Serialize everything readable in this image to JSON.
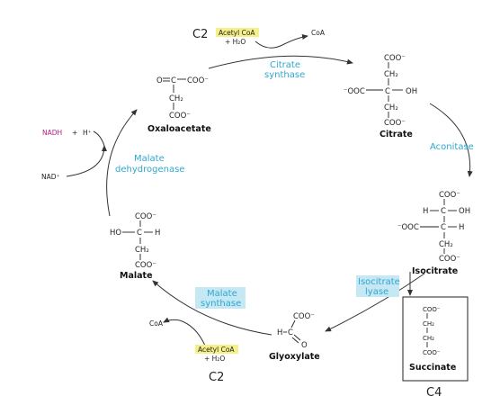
{
  "labels": {
    "c2_top": "C2",
    "c2_bottom": "C2",
    "c4": "C4"
  },
  "cofactors": {
    "acetyl_coa_top": "Acetyl CoA",
    "h2o_top": "+ H₂O",
    "coa_top": "CoA",
    "acetyl_coa_bottom": "Acetyl CoA",
    "h2o_bottom": "+ H₂O",
    "coa_bottom": "CoA",
    "nadh": "NADH",
    "plus": "+",
    "h_plus": "H⁺",
    "nad_plus": "NAD⁺"
  },
  "enzymes": {
    "citrate_synthase_1": "Citrate",
    "citrate_synthase_2": "synthase",
    "aconitase": "Aconitase",
    "isocitrate_lyase_1": "Isocitrate",
    "isocitrate_lyase_2": "lyase",
    "malate_synthase_1": "Malate",
    "malate_synthase_2": "synthase",
    "malate_dh_1": "Malate",
    "malate_dh_2": "dehydrogenase"
  },
  "molecules": {
    "oxaloacetate": {
      "name": "Oxaloacetate",
      "o": "O",
      "c": "C",
      "coo_right": "COO⁻",
      "ch2": "CH₂",
      "coo_bottom": "COO⁻"
    },
    "citrate": {
      "name": "Citrate",
      "coo_top": "COO⁻",
      "ch2_top": "CH₂",
      "left": "⁻OOC",
      "c": "C",
      "oh": "OH",
      "ch2_bottom": "CH₂",
      "coo_bottom": "COO⁻"
    },
    "isocitrate": {
      "name": "Isocitrate",
      "coo_top": "COO⁻",
      "h": "H",
      "c1": "C",
      "oh": "OH",
      "left": "⁻OOC",
      "c2": "C",
      "h2": "H",
      "ch2": "CH₂",
      "coo_bottom": "COO⁻"
    },
    "succinate": {
      "name": "Succinate",
      "coo_top": "COO⁻",
      "ch2_1": "CH₂",
      "ch2_2": "CH₂",
      "coo_bottom": "COO⁻"
    },
    "glyoxylate": {
      "name": "Glyoxylate",
      "coo": "COO⁻",
      "h": "H",
      "c": "C",
      "o": "O"
    },
    "malate": {
      "name": "Malate",
      "coo_top": "COO⁻",
      "ho": "HO",
      "c": "C",
      "h": "H",
      "ch2": "CH₂",
      "coo_bottom": "COO⁻"
    }
  },
  "colors": {
    "enzyme_text": "#2fa8cf",
    "enzyme_box": "#c6e7f4",
    "acetyl_highlight": "#f6f08a",
    "nadh_text": "#b0208a"
  }
}
